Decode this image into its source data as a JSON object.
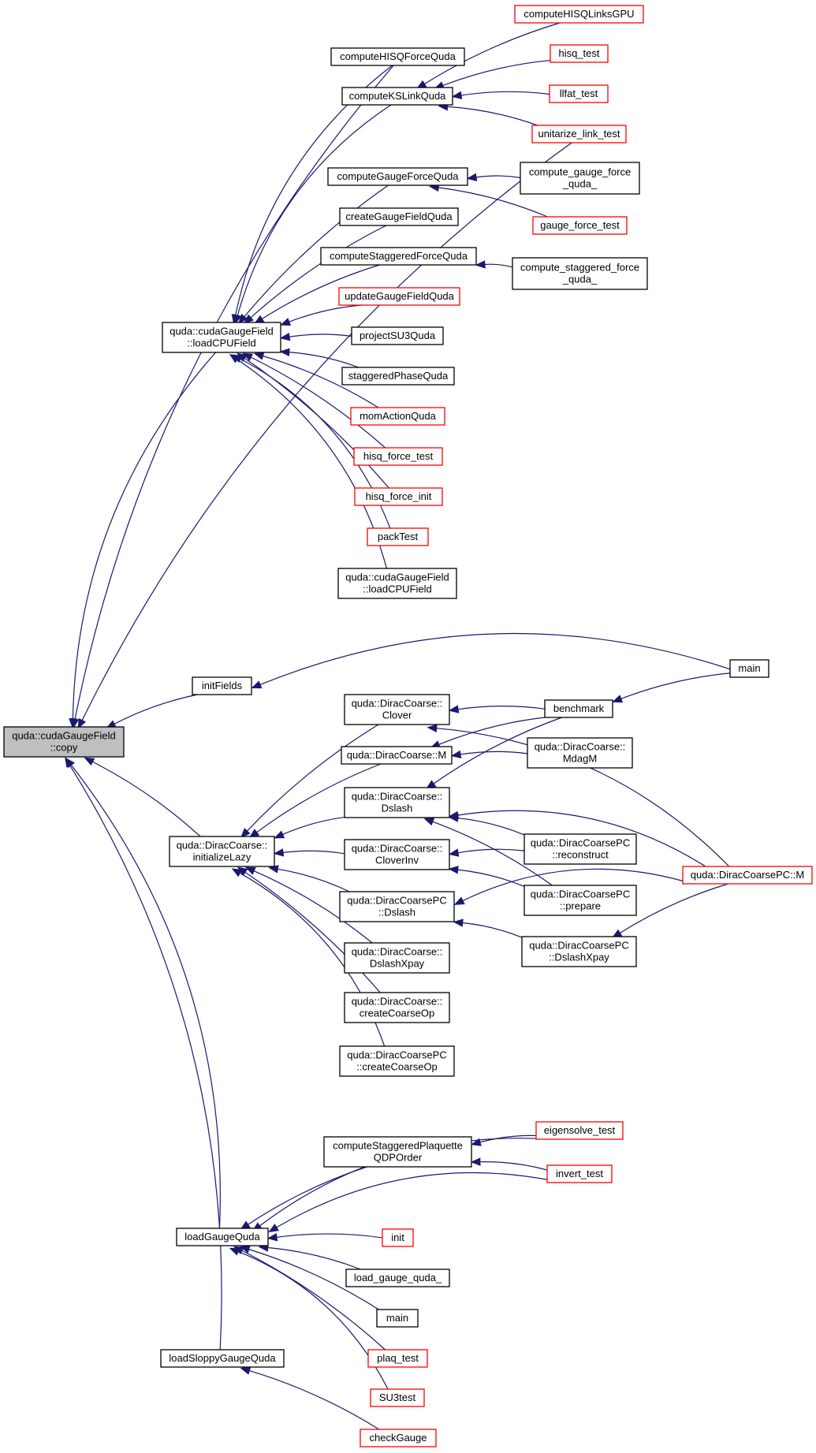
{
  "colors": {
    "edge": "#191970",
    "box_normal": "#000000",
    "box_external": "#ff0000",
    "box_root_fill": "#bfbfbf"
  },
  "nodes": [
    {
      "id": "root",
      "lines": [
        "quda::cudaGaugeField",
        "::copy"
      ],
      "kind": "root"
    },
    {
      "id": "loadCPUField",
      "lines": [
        "quda::cudaGaugeField",
        "::loadCPUField"
      ],
      "kind": "normal"
    },
    {
      "id": "initFields",
      "lines": [
        "initFields"
      ],
      "kind": "normal"
    },
    {
      "id": "initializeLazy",
      "lines": [
        "quda::DiracCoarse::",
        "initializeLazy"
      ],
      "kind": "normal"
    },
    {
      "id": "loadGaugeQuda",
      "lines": [
        "loadGaugeQuda"
      ],
      "kind": "normal"
    },
    {
      "id": "loadSloppyGaugeQuda",
      "lines": [
        "loadSloppyGaugeQuda"
      ],
      "kind": "normal"
    },
    {
      "id": "computeHISQForceQuda",
      "lines": [
        "computeHISQForceQuda"
      ],
      "kind": "normal"
    },
    {
      "id": "computeKSLinkQuda",
      "lines": [
        "computeKSLinkQuda"
      ],
      "kind": "normal"
    },
    {
      "id": "computeGaugeForceQuda",
      "lines": [
        "computeGaugeForceQuda"
      ],
      "kind": "normal"
    },
    {
      "id": "createGaugeFieldQuda",
      "lines": [
        "createGaugeFieldQuda"
      ],
      "kind": "normal"
    },
    {
      "id": "computeStaggeredForceQuda",
      "lines": [
        "computeStaggeredForceQuda"
      ],
      "kind": "normal"
    },
    {
      "id": "updateGaugeFieldQuda",
      "lines": [
        "updateGaugeFieldQuda"
      ],
      "kind": "external"
    },
    {
      "id": "projectSU3Quda",
      "lines": [
        "projectSU3Quda"
      ],
      "kind": "normal"
    },
    {
      "id": "staggeredPhaseQuda",
      "lines": [
        "staggeredPhaseQuda"
      ],
      "kind": "normal"
    },
    {
      "id": "momActionQuda",
      "lines": [
        "momActionQuda"
      ],
      "kind": "external"
    },
    {
      "id": "hisq_force_test",
      "lines": [
        "hisq_force_test"
      ],
      "kind": "external"
    },
    {
      "id": "hisq_force_init",
      "lines": [
        "hisq_force_init"
      ],
      "kind": "external"
    },
    {
      "id": "packTest",
      "lines": [
        "packTest"
      ],
      "kind": "external"
    },
    {
      "id": "loadCPUField2",
      "lines": [
        "quda::cudaGaugeField",
        "::loadCPUField"
      ],
      "kind": "normal"
    },
    {
      "id": "computeHISQLinksGPU",
      "lines": [
        "computeHISQLinksGPU"
      ],
      "kind": "external"
    },
    {
      "id": "hisq_test",
      "lines": [
        "hisq_test"
      ],
      "kind": "external"
    },
    {
      "id": "llfat_test",
      "lines": [
        "llfat_test"
      ],
      "kind": "external"
    },
    {
      "id": "unitarize_link_test",
      "lines": [
        "unitarize_link_test"
      ],
      "kind": "external"
    },
    {
      "id": "compute_gauge_force_quda_",
      "lines": [
        "compute_gauge_force",
        "_quda_"
      ],
      "kind": "normal"
    },
    {
      "id": "gauge_force_test",
      "lines": [
        "gauge_force_test"
      ],
      "kind": "external"
    },
    {
      "id": "compute_staggered_force_quda_",
      "lines": [
        "compute_staggered_force",
        "_quda_"
      ],
      "kind": "normal"
    },
    {
      "id": "main_top",
      "lines": [
        "main"
      ],
      "kind": "normal"
    },
    {
      "id": "Clover",
      "lines": [
        "quda::DiracCoarse::",
        "Clover"
      ],
      "kind": "normal"
    },
    {
      "id": "DiracM",
      "lines": [
        "quda::DiracCoarse::M"
      ],
      "kind": "normal"
    },
    {
      "id": "Dslash",
      "lines": [
        "quda::DiracCoarse::",
        "Dslash"
      ],
      "kind": "normal"
    },
    {
      "id": "CloverInv",
      "lines": [
        "quda::DiracCoarse::",
        "CloverInv"
      ],
      "kind": "normal"
    },
    {
      "id": "PCDslash",
      "lines": [
        "quda::DiracCoarsePC",
        "::Dslash"
      ],
      "kind": "normal"
    },
    {
      "id": "DslashXpay",
      "lines": [
        "quda::DiracCoarse::",
        "DslashXpay"
      ],
      "kind": "normal"
    },
    {
      "id": "createCoarseOp",
      "lines": [
        "quda::DiracCoarse::",
        "createCoarseOp"
      ],
      "kind": "normal"
    },
    {
      "id": "PCcreateCoarseOp",
      "lines": [
        "quda::DiracCoarsePC",
        "::createCoarseOp"
      ],
      "kind": "normal"
    },
    {
      "id": "benchmark",
      "lines": [
        "benchmark"
      ],
      "kind": "normal"
    },
    {
      "id": "MdagM",
      "lines": [
        "quda::DiracCoarse::",
        "MdagM"
      ],
      "kind": "normal"
    },
    {
      "id": "reconstruct",
      "lines": [
        "quda::DiracCoarsePC",
        "::reconstruct"
      ],
      "kind": "normal"
    },
    {
      "id": "prepare",
      "lines": [
        "quda::DiracCoarsePC",
        "::prepare"
      ],
      "kind": "normal"
    },
    {
      "id": "PCDslashXpay",
      "lines": [
        "quda::DiracCoarsePC",
        "::DslashXpay"
      ],
      "kind": "normal"
    },
    {
      "id": "PCM",
      "lines": [
        "quda::DiracCoarsePC::M"
      ],
      "kind": "external"
    },
    {
      "id": "computeStaggeredPlaquetteQDPOrder",
      "lines": [
        "computeStaggeredPlaquette",
        "QDPOrder"
      ],
      "kind": "normal"
    },
    {
      "id": "eigensolve_test",
      "lines": [
        "eigensolve_test"
      ],
      "kind": "external"
    },
    {
      "id": "invert_test",
      "lines": [
        "invert_test"
      ],
      "kind": "external"
    },
    {
      "id": "init",
      "lines": [
        "init"
      ],
      "kind": "external"
    },
    {
      "id": "load_gauge_quda_",
      "lines": [
        "load_gauge_quda_"
      ],
      "kind": "normal"
    },
    {
      "id": "main_bottom",
      "lines": [
        "main"
      ],
      "kind": "normal"
    },
    {
      "id": "plaq_test",
      "lines": [
        "plaq_test"
      ],
      "kind": "external"
    },
    {
      "id": "SU3test",
      "lines": [
        "SU3test"
      ],
      "kind": "external"
    },
    {
      "id": "checkGauge",
      "lines": [
        "checkGauge"
      ],
      "kind": "external"
    }
  ],
  "edges": [
    {
      "from": "loadCPUField",
      "to": "root"
    },
    {
      "from": "initFields",
      "to": "root"
    },
    {
      "from": "initializeLazy",
      "to": "root"
    },
    {
      "from": "loadGaugeQuda",
      "to": "root"
    },
    {
      "from": "loadSloppyGaugeQuda",
      "to": "root"
    },
    {
      "from": "computeHISQForceQuda",
      "to": "root"
    },
    {
      "from": "unitarize_link_test",
      "to": "root"
    },
    {
      "from": "computeHISQForceQuda",
      "to": "loadCPUField"
    },
    {
      "from": "computeKSLinkQuda",
      "to": "loadCPUField"
    },
    {
      "from": "computeGaugeForceQuda",
      "to": "loadCPUField"
    },
    {
      "from": "createGaugeFieldQuda",
      "to": "loadCPUField"
    },
    {
      "from": "computeStaggeredForceQuda",
      "to": "loadCPUField"
    },
    {
      "from": "updateGaugeFieldQuda",
      "to": "loadCPUField"
    },
    {
      "from": "projectSU3Quda",
      "to": "loadCPUField"
    },
    {
      "from": "staggeredPhaseQuda",
      "to": "loadCPUField"
    },
    {
      "from": "momActionQuda",
      "to": "loadCPUField"
    },
    {
      "from": "hisq_force_test",
      "to": "loadCPUField"
    },
    {
      "from": "hisq_force_init",
      "to": "loadCPUField"
    },
    {
      "from": "packTest",
      "to": "loadCPUField"
    },
    {
      "from": "loadCPUField2",
      "to": "loadCPUField"
    },
    {
      "from": "computeHISQLinksGPU",
      "to": "computeKSLinkQuda"
    },
    {
      "from": "hisq_test",
      "to": "computeKSLinkQuda"
    },
    {
      "from": "llfat_test",
      "to": "computeKSLinkQuda"
    },
    {
      "from": "unitarize_link_test",
      "to": "computeKSLinkQuda"
    },
    {
      "from": "compute_gauge_force_quda_",
      "to": "computeGaugeForceQuda"
    },
    {
      "from": "gauge_force_test",
      "to": "computeGaugeForceQuda"
    },
    {
      "from": "compute_staggered_force_quda_",
      "to": "computeStaggeredForceQuda"
    },
    {
      "from": "main_top",
      "to": "initFields"
    },
    {
      "from": "Clover",
      "to": "initializeLazy"
    },
    {
      "from": "DiracM",
      "to": "initializeLazy"
    },
    {
      "from": "Dslash",
      "to": "initializeLazy"
    },
    {
      "from": "CloverInv",
      "to": "initializeLazy"
    },
    {
      "from": "PCDslash",
      "to": "initializeLazy"
    },
    {
      "from": "DslashXpay",
      "to": "initializeLazy"
    },
    {
      "from": "createCoarseOp",
      "to": "initializeLazy"
    },
    {
      "from": "PCcreateCoarseOp",
      "to": "initializeLazy"
    },
    {
      "from": "benchmark",
      "to": "Clover"
    },
    {
      "from": "PCM",
      "to": "Clover"
    },
    {
      "from": "benchmark",
      "to": "DiracM"
    },
    {
      "from": "MdagM",
      "to": "DiracM"
    },
    {
      "from": "benchmark",
      "to": "Dslash"
    },
    {
      "from": "reconstruct",
      "to": "Dslash"
    },
    {
      "from": "prepare",
      "to": "Dslash"
    },
    {
      "from": "PCM",
      "to": "Dslash"
    },
    {
      "from": "reconstruct",
      "to": "CloverInv"
    },
    {
      "from": "prepare",
      "to": "CloverInv"
    },
    {
      "from": "PCDslashXpay",
      "to": "PCDslash"
    },
    {
      "from": "PCM",
      "to": "PCDslash"
    },
    {
      "from": "main_top",
      "to": "benchmark"
    },
    {
      "from": "PCM",
      "to": "PCDslashXpay"
    },
    {
      "from": "computeStaggeredPlaquetteQDPOrder",
      "to": "loadGaugeQuda"
    },
    {
      "from": "eigensolve_test",
      "to": "loadGaugeQuda"
    },
    {
      "from": "invert_test",
      "to": "loadGaugeQuda"
    },
    {
      "from": "init",
      "to": "loadGaugeQuda"
    },
    {
      "from": "load_gauge_quda_",
      "to": "loadGaugeQuda"
    },
    {
      "from": "main_bottom",
      "to": "loadGaugeQuda"
    },
    {
      "from": "plaq_test",
      "to": "loadGaugeQuda"
    },
    {
      "from": "SU3test",
      "to": "loadGaugeQuda"
    },
    {
      "from": "eigensolve_test",
      "to": "computeStaggeredPlaquetteQDPOrder"
    },
    {
      "from": "invert_test",
      "to": "computeStaggeredPlaquetteQDPOrder"
    },
    {
      "from": "checkGauge",
      "to": "loadSloppyGaugeQuda"
    }
  ]
}
